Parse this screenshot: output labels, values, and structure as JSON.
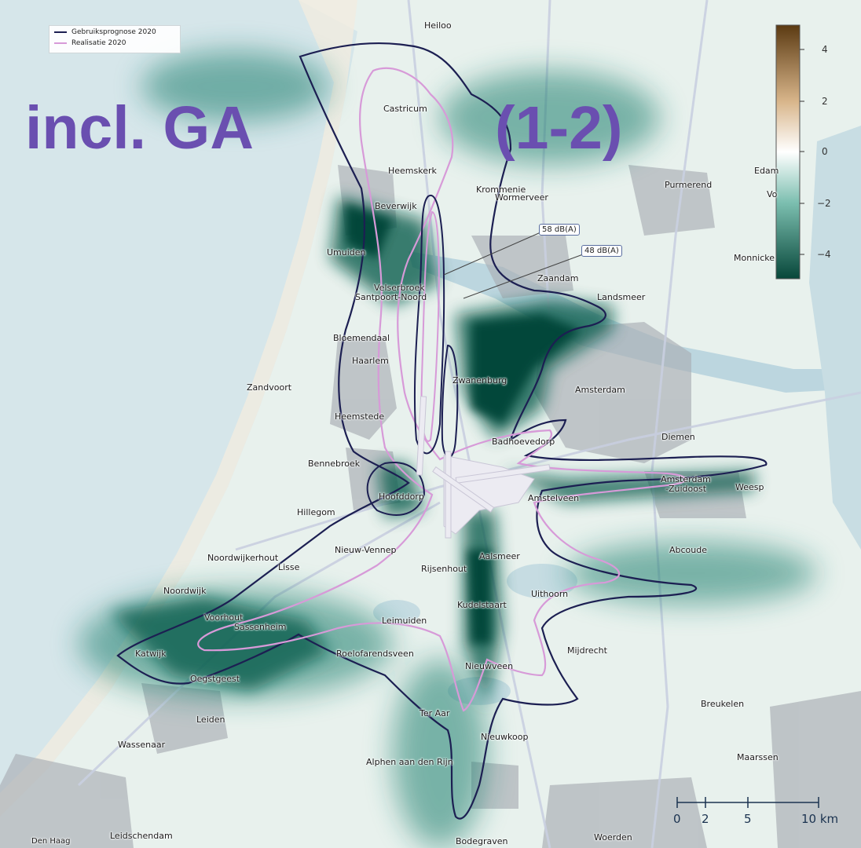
{
  "legend": {
    "items": [
      {
        "label": "Gebruiksprognose 2020",
        "color": "#1c1f52"
      },
      {
        "label": "Realisatie 2020",
        "color": "#d79ad8"
      }
    ]
  },
  "headline": {
    "left": "incl. GA",
    "right": "(1-2)",
    "color": "#6a4fb0"
  },
  "contour_labels": [
    "58 dB(A)",
    "48 dB(A)"
  ],
  "colorbar": {
    "ticks": [
      "4",
      "2",
      "0",
      "−2",
      "−4"
    ],
    "range": [
      -5,
      5
    ],
    "colors": {
      "high": "#5b3a12",
      "mid": "#ffffff",
      "low": "#07473a"
    }
  },
  "places": [
    "Heiloo",
    "Castricum",
    "Heemskerk",
    "Beverwijk",
    "Krommenie",
    "Wormerveer",
    "Purmerend",
    "Edam",
    "Vo",
    "Umuiden",
    "Zaandam",
    "Monnicke",
    "Velserbroek",
    "Santpoort-Noord",
    "Landsmeer",
    "Bloemendaal",
    "Haarlem",
    "Zwanenburg",
    "Zandvoort",
    "Amsterdam",
    "Heemstede",
    "Badhoevedorp",
    "Diemen",
    "Bennebroek",
    "Amsterdam -Zuidoost",
    "Weesp",
    "Hoofddorp",
    "Amstelveen",
    "Hillegom",
    "Abcoude",
    "Nieuw-Vennep",
    "Noordwijkerhout",
    "Lisse",
    "Aalsmeer",
    "Rijsenhout",
    "Noordwijk",
    "Uithoorn",
    "Kudelstaart",
    "Voorhout",
    "Sassenheim",
    "Leimuiden",
    "Mijdrecht",
    "Katwijk",
    "Roelofarendsveen",
    "Oegstgeest",
    "Nieuwveen",
    "Breukelen",
    "Leiden",
    "Ter Aar",
    "Nieuwkoop",
    "Wassenaar",
    "Alphen aan den Rijn",
    "Maarssen",
    "Den Haag",
    "Leidschendam",
    "Bodegraven",
    "Woerden"
  ],
  "scalebar": {
    "ticks": [
      "0",
      "2",
      "5",
      "10 km"
    ]
  }
}
